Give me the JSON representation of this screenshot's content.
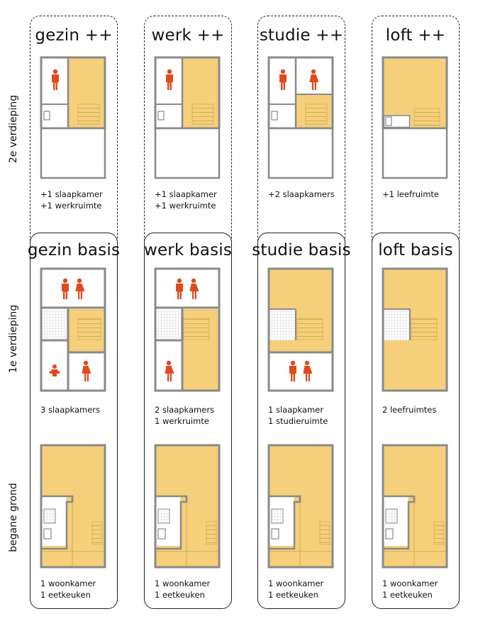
{
  "side_labels": {
    "floor2": "2e verdieping",
    "floor1": "1e verdieping",
    "ground": "begane grond"
  },
  "columns": [
    {
      "key": "gezin",
      "title_plus": "gezin ++",
      "title_basis": "gezin basis",
      "floor2_caption": [
        "+1 slaapkamer",
        "+1 werkruimte"
      ],
      "floor1_caption": [
        "3 slaapkamers"
      ],
      "ground_caption": [
        "1 woonkamer",
        "1 eetkeuken"
      ]
    },
    {
      "key": "werk",
      "title_plus": "werk ++",
      "title_basis": "werk basis",
      "floor2_caption": [
        "+1 slaapkamer",
        "+1 werkruimte"
      ],
      "floor1_caption": [
        "2 slaapkamers",
        "1 werkruimte"
      ],
      "ground_caption": [
        "1 woonkamer",
        "1 eetkeuken"
      ]
    },
    {
      "key": "studie",
      "title_plus": "studie ++",
      "title_basis": "studie basis",
      "floor2_caption": [
        "+2 slaapkamers"
      ],
      "floor1_caption": [
        "1 slaapkamer",
        "1 studieruimte"
      ],
      "ground_caption": [
        "1 woonkamer",
        "1 eetkeuken"
      ]
    },
    {
      "key": "loft",
      "title_plus": "loft ++",
      "title_basis": "loft basis",
      "floor2_caption": [
        "+1 leefruimte"
      ],
      "floor1_caption": [
        "2 leefruimtes"
      ],
      "ground_caption": [
        "1 woonkamer",
        "1 eetkeuken"
      ]
    }
  ],
  "colors": {
    "yellow": "#f5cf7a",
    "wall": "#8a8a8a",
    "person": "#e04a1c",
    "outline": "#222222"
  }
}
